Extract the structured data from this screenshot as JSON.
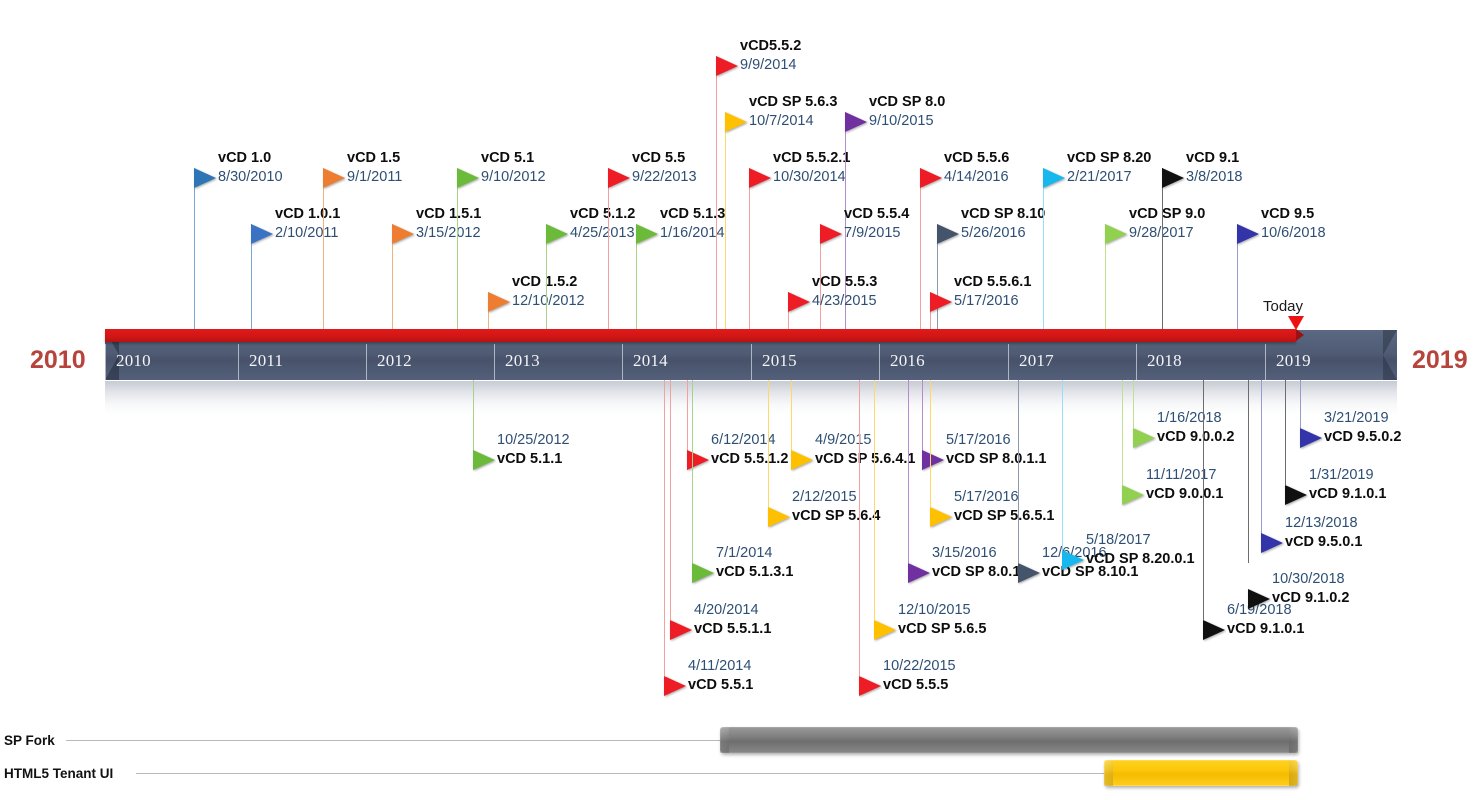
{
  "axis": {
    "start_label": "2010",
    "end_label": "2019",
    "years": [
      "2010",
      "2011",
      "2012",
      "2013",
      "2014",
      "2015",
      "2016",
      "2017",
      "2018",
      "2019"
    ],
    "today_label": "Today",
    "progress_color": "#d31616",
    "band_color": "#4f5b73",
    "endpoint_color": "#b8433c"
  },
  "milestones_above": [
    {
      "version": "vCD 1.0",
      "date": "8/30/2010",
      "color": "#2e75b6"
    },
    {
      "version": "vCD 1.0.1",
      "date": "2/10/2011",
      "color": "#3a72c4"
    },
    {
      "version": "vCD 1.5",
      "date": "9/1/2011",
      "color": "#ed7d31"
    },
    {
      "version": "vCD 1.5.1",
      "date": "3/15/2012",
      "color": "#ed7d31"
    },
    {
      "version": "vCD 1.5.2",
      "date": "12/10/2012",
      "color": "#ed7d31"
    },
    {
      "version": "vCD 5.1",
      "date": "9/10/2012",
      "color": "#6cba3a"
    },
    {
      "version": "vCD 5.1.2",
      "date": "4/25/2013",
      "color": "#6cba3a"
    },
    {
      "version": "vCD 5.1.3",
      "date": "1/16/2014",
      "color": "#6cba3a"
    },
    {
      "version": "vCD 5.5",
      "date": "9/22/2013",
      "color": "#ee1c25"
    },
    {
      "version": "vCD5.5.2",
      "date": "9/9/2014",
      "color": "#ee1c25"
    },
    {
      "version": "vCD SP 5.6.3",
      "date": "10/7/2014",
      "color": "#ffc000"
    },
    {
      "version": "vCD 5.5.2.1",
      "date": "10/30/2014",
      "color": "#ee1c25"
    },
    {
      "version": "vCD SP 8.0",
      "date": "9/10/2015",
      "color": "#7030a0"
    },
    {
      "version": "vCD 5.5.4",
      "date": "7/9/2015",
      "color": "#ee1c25"
    },
    {
      "version": "vCD 5.5.3",
      "date": "4/23/2015",
      "color": "#ee1c25"
    },
    {
      "version": "vCD 5.5.6",
      "date": "4/14/2016",
      "color": "#ee1c25"
    },
    {
      "version": "vCD SP 8.10",
      "date": "5/26/2016",
      "color": "#44546a"
    },
    {
      "version": "vCD 5.5.6.1",
      "date": "5/17/2016",
      "color": "#ee1c25"
    },
    {
      "version": "vCD SP 8.20",
      "date": "2/21/2017",
      "color": "#18b8ef"
    },
    {
      "version": "vCD SP 9.0",
      "date": "9/28/2017",
      "color": "#92d050"
    },
    {
      "version": "vCD 9.1",
      "date": "3/8/2018",
      "color": "#101010"
    },
    {
      "version": "vCD 9.5",
      "date": "10/6/2018",
      "color": "#3333aa"
    }
  ],
  "milestones_below": [
    {
      "date": "10/25/2012",
      "version": "vCD 5.1.1",
      "color": "#6cba3a"
    },
    {
      "date": "6/12/2014",
      "version": "vCD 5.5.1.2",
      "color": "#ee1c25"
    },
    {
      "date": "7/1/2014",
      "version": "vCD 5.1.3.1",
      "color": "#6cba3a"
    },
    {
      "date": "4/20/2014",
      "version": "vCD 5.5.1.1",
      "color": "#ee1c25"
    },
    {
      "date": "4/11/2014",
      "version": "vCD 5.5.1",
      "color": "#ee1c25"
    },
    {
      "date": "4/9/2015",
      "version": "vCD SP 5.6.4.1",
      "color": "#ffc000"
    },
    {
      "date": "2/12/2015",
      "version": "vCD SP 5.6.4",
      "color": "#ffc000"
    },
    {
      "date": "12/10/2015",
      "version": "vCD SP 5.6.5",
      "color": "#ffc000"
    },
    {
      "date": "10/22/2015",
      "version": "vCD 5.5.5",
      "color": "#ee1c25"
    },
    {
      "date": "5/17/2016",
      "version": "vCD SP 8.0.1.1",
      "color": "#7030a0"
    },
    {
      "date": "5/17/2016",
      "version": "vCD SP 5.6.5.1",
      "color": "#ffc000"
    },
    {
      "date": "3/15/2016",
      "version": "vCD SP 8.0.1",
      "color": "#7030a0"
    },
    {
      "date": "12/6/2016",
      "version": "vCD SP 8.10.1",
      "color": "#44546a"
    },
    {
      "date": "5/18/2017",
      "version": "vCD SP 8.20.0.1",
      "color": "#18b8ef"
    },
    {
      "date": "1/16/2018",
      "version": "vCD 9.0.0.2",
      "color": "#92d050"
    },
    {
      "date": "11/11/2017",
      "version": "vCD 9.0.0.1",
      "color": "#92d050"
    },
    {
      "date": "6/19/2018",
      "version": "vCD 9.1.0.1",
      "color": "#101010"
    },
    {
      "date": "10/30/2018",
      "version": "vCD 9.1.0.2",
      "color": "#101010"
    },
    {
      "date": "12/13/2018",
      "version": "vCD 9.5.0.1",
      "color": "#3333aa"
    },
    {
      "date": "1/31/2019",
      "version": "vCD 9.1.0.1",
      "color": "#101010"
    },
    {
      "date": "3/21/2019",
      "version": "vCD 9.5.0.2",
      "color": "#3333aa"
    }
  ],
  "phases": [
    {
      "label": "SP Fork",
      "color": "#7d7d7d"
    },
    {
      "label": "HTML5 Tenant UI",
      "color": "#fcc60a"
    }
  ]
}
